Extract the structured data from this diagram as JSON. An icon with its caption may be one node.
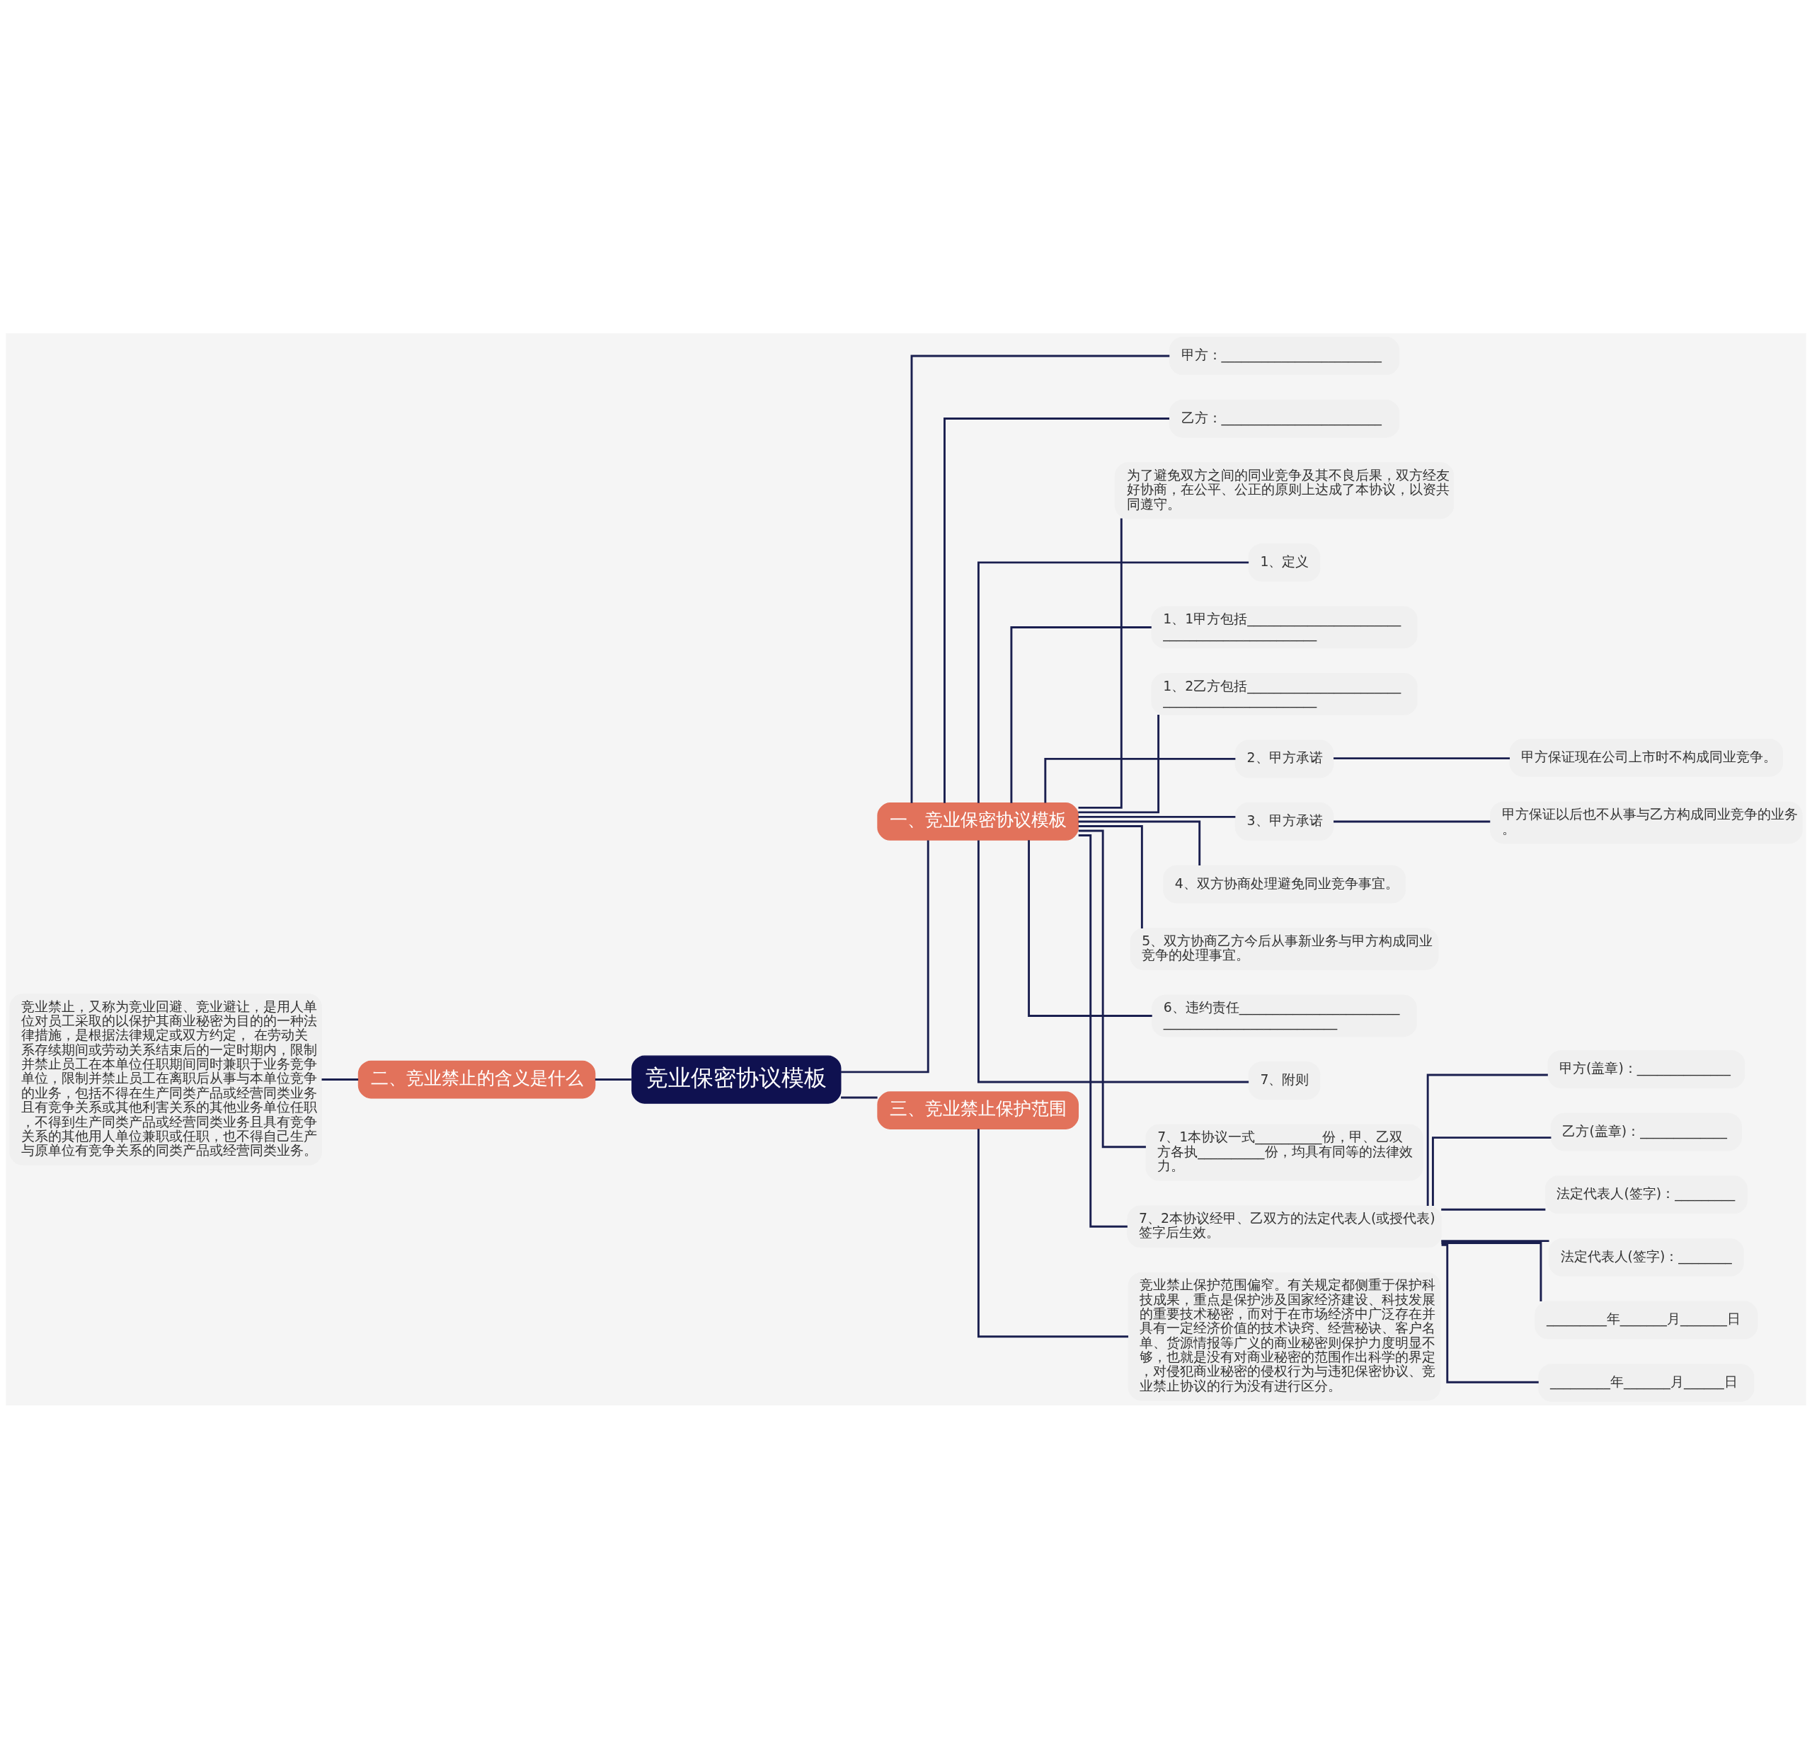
{
  "diagram": {
    "nodes": [
      {
        "text": [
          "竞业保密协议模板"
        ]
      },
      {
        "text": [
          "一、竞业保密协议模板"
        ]
      },
      {
        "text": [
          "甲方：________________________"
        ]
      },
      {
        "text": [
          "乙方：________________________"
        ]
      },
      {
        "text": [
          "为了避免双方之间的同业竞争及其不良后果，双方经友好协商，在公平、公正的原则上达成了本协议，以资共同遵守。"
        ]
      },
      {
        "text": [
          "1、定义"
        ]
      },
      {
        "text": [
          "1、1甲方包括______________________________________________"
        ]
      },
      {
        "text": [
          "1、2乙方包括______________________________________________"
        ]
      },
      {
        "text": [
          "2、甲方承诺"
        ]
      },
      {
        "text": [
          "甲方保证现在公司上市时不构成同业竞争。"
        ]
      },
      {
        "text": [
          "3、甲方承诺"
        ]
      },
      {
        "text": [
          "甲方保证以后也不从事与乙方构成同业竞争的业务。"
        ]
      },
      {
        "text": [
          "4、双方协商处理避免同业竞争事宜。"
        ]
      },
      {
        "text": [
          "5、双方协商乙方今后从事新业务与甲方构成同业竞争的处理事宜。"
        ]
      },
      {
        "text": [
          "6、违约责任__________________________________________________"
        ]
      },
      {
        "text": [
          "7、附则"
        ]
      },
      {
        "text": [
          "7、1本协议一式__________份，甲、乙双方各执__________份，均具有同等的法律效力。"
        ]
      },
      {
        "text": [
          "7、2本协议经甲、乙双方的法定代表人(或授代表)签字后生效。"
        ]
      },
      {
        "text": [
          "甲方(盖章)：______________"
        ]
      },
      {
        "text": [
          "乙方(盖章)：_____________"
        ]
      },
      {
        "text": [
          "法定代表人(签字)：_________"
        ]
      },
      {
        "text": [
          "法定代表人(签字)：________"
        ]
      },
      {
        "text": [
          "_________年_______月_______日"
        ]
      },
      {
        "text": [
          "_________年_______月______日"
        ]
      },
      {
        "text": [
          "二、竞业禁止的含义是什么"
        ]
      },
      {
        "text": [
          "竞业禁止，又称为竞业回避、竞业避让，是用人单位对员工采取的以保护其商业秘密为目的的一种法律措施，是根据法律规定或双方约定， 在劳动关系存续期间或劳动关系结束后的一定时期内，限制并禁止员工在本单位任职期间同时兼职于业务竞争单位，限制并禁止员工在离职后从事与本单位竞争的业务，包括不得在生产同类产品或经营同类业务且有竞争关系或其他利害关系的其他业务单位任职，不得到生产同类产品或经营同类业务且具有竞争关系的其他用人单位兼职或任职，也不得自己生产与原单位有竞争关系的同类产品或经营同类业务。"
        ]
      },
      {
        "text": [
          "三、竞业禁止保护范围"
        ]
      },
      {
        "text": [
          "竞业禁止保护范围偏窄。有关规定都侧重于保护科技成果，重点是保护涉及国家经济建设、科技发展的重要技术秘密，而对于在市场经济中广泛存在并具有一定经济价值的技术诀窍、经营秘诀、客户名单、货源情报等广义的商业秘密则保护力度明显不够，也就是没有对商业秘密的范围作出科学的界定，对侵犯商业秘密的侵权行为与违犯保密协议、竞业禁止协议的行为没有进行区分。"
        ]
      }
    ],
    "edges": [
      {
        "from": 0,
        "to": 1,
        "arrow": "none"
      },
      {
        "from": 1,
        "to": 2,
        "arrow": "none"
      },
      {
        "from": 1,
        "to": 3,
        "arrow": "none"
      },
      {
        "from": 1,
        "to": 4,
        "arrow": "none"
      },
      {
        "from": 1,
        "to": 5,
        "arrow": "none"
      },
      {
        "from": 1,
        "to": 6,
        "arrow": "none"
      },
      {
        "from": 1,
        "to": 7,
        "arrow": "none"
      },
      {
        "from": 1,
        "to": 8,
        "arrow": "none"
      },
      {
        "from": 8,
        "to": 9,
        "arrow": "none"
      },
      {
        "from": 1,
        "to": 10,
        "arrow": "none"
      },
      {
        "from": 10,
        "to": 11,
        "arrow": "none"
      },
      {
        "from": 1,
        "to": 12,
        "arrow": "none"
      },
      {
        "from": 1,
        "to": 13,
        "arrow": "none"
      },
      {
        "from": 1,
        "to": 14,
        "arrow": "none"
      },
      {
        "from": 1,
        "to": 15,
        "arrow": "none"
      },
      {
        "from": 1,
        "to": 16,
        "arrow": "none"
      },
      {
        "from": 1,
        "to": 17,
        "arrow": "none"
      },
      {
        "from": 17,
        "to": 18,
        "arrow": "none"
      },
      {
        "from": 17,
        "to": 19,
        "arrow": "none"
      },
      {
        "from": 17,
        "to": 20,
        "arrow": "none"
      },
      {
        "from": 17,
        "to": 21,
        "arrow": "none"
      },
      {
        "from": 17,
        "to": 22,
        "arrow": "none"
      },
      {
        "from": 17,
        "to": 23,
        "arrow": "none"
      },
      {
        "from": 0,
        "to": 24,
        "arrow": "none"
      },
      {
        "from": 24,
        "to": 25,
        "arrow": "none"
      },
      {
        "from": 0,
        "to": 26,
        "arrow": "none"
      },
      {
        "from": 26,
        "to": 27,
        "arrow": "none"
      }
    ]
  }
}
